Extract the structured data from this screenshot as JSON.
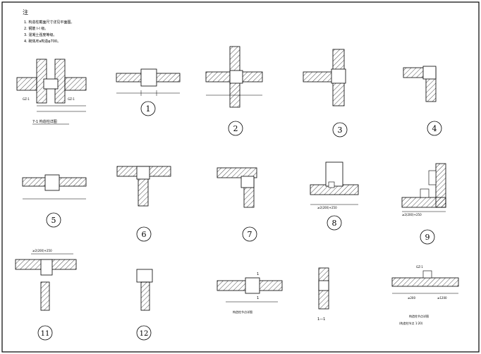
{
  "notes": {
    "heading": "注",
    "items": [
      "1. 构造柱截面尺寸详见平面图。",
      "2. 钢筋 I-I 级。",
      "3. 混凝土强度等级。",
      "4. 砌体/Ea构造φ700。"
    ]
  },
  "detail_title": "7-1 构造柱详图",
  "misc": {
    "gz": "GZ-1",
    "l1": "≥200",
    "l2": "≥1200",
    "bottom_title": "构造柱节点详图",
    "bottom_sub": "(构造柱节点 1:20)",
    "section_label": "1—1",
    "dim_a": "≥2(200)+250",
    "dim_b": "≥2(200)+250",
    "dim_c": "≥2(200)+250",
    "mark_1": "1",
    "mark_2": "1"
  },
  "callouts": [
    "1",
    "2",
    "3",
    "4",
    "5",
    "6",
    "7",
    "8",
    "9",
    "11",
    "12"
  ]
}
